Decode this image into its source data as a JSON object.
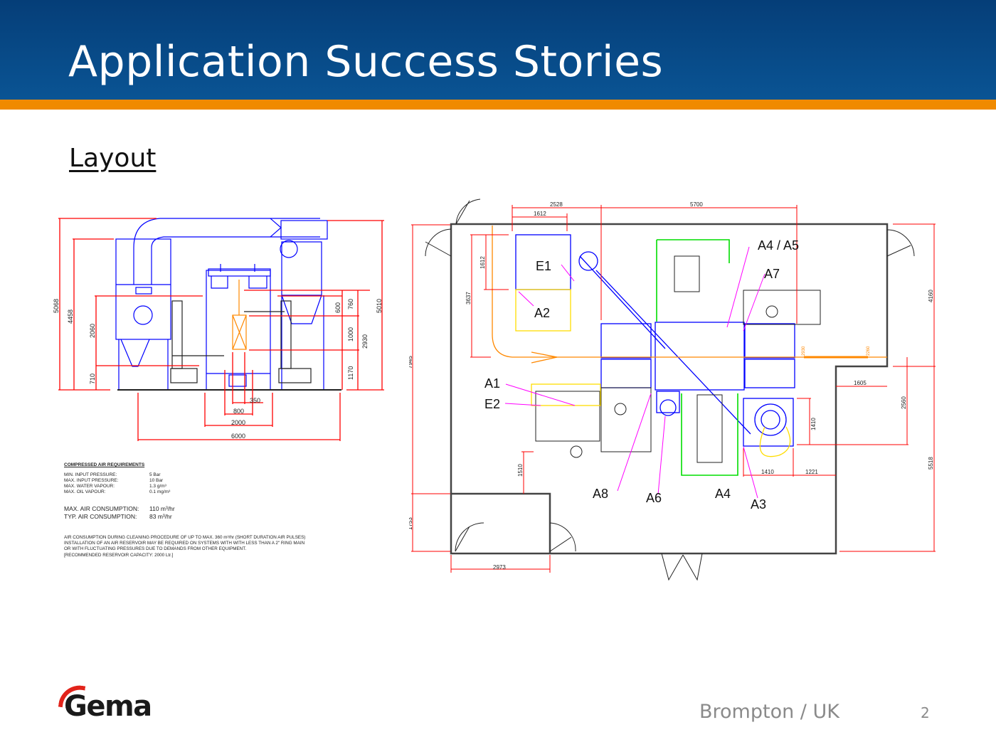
{
  "slide": {
    "title": "Application Success Stories",
    "subtitle": "Layout",
    "footer_location": "Brompton / UK",
    "page_number": "2",
    "logo_text": "Gema"
  },
  "colors": {
    "header_blue": "#0a4a8a",
    "accent_orange": "#f08a00",
    "logo_red": "#e2231a",
    "dimension_red": "#ff0000",
    "equipment_blue": "#0000ff",
    "conveyor_green": "#00dd00",
    "label_magenta": "#ff00ff"
  },
  "elevation_drawing": {
    "vertical_dimensions": [
      "5068",
      "4458",
      "2060",
      "710",
      "600",
      "760",
      "1000",
      "2930",
      "1170",
      "5010"
    ],
    "horizontal_dimensions": [
      "350",
      "800",
      "2000",
      "6000"
    ]
  },
  "air_requirements": {
    "heading": "COMPRESSED AIR REQUIREMENTS",
    "rows": [
      {
        "label": "MIN. INPUT PRESSURE:",
        "value": "5  Bar"
      },
      {
        "label": "MAX. INPUT PRESSURE:",
        "value": "10 Bar"
      },
      {
        "label": "MAX. WATER VAPOUR:",
        "value": "1.3 g/m³"
      },
      {
        "label": "MAX. OIL VAPOUR:",
        "value": "0.1 mg/m³"
      }
    ],
    "consumption": [
      {
        "label": "MAX. AIR CONSUMPTION:",
        "value": "110 m³/hr"
      },
      {
        "label": "TYP. AIR CONSUMPTION:",
        "value": "83 m³/hr"
      }
    ],
    "notes": [
      "AIR CONSUMPTION DURING CLEANING PROCEDURE OF UP TO MAX. 360 m³/hr (SHORT DURATION AIR PULSES)",
      "INSTALLATION OF AN AIR RESERVOIR MAY BE REQUIRED ON SYSTEMS WITH WITH LESS THAN A 2\" RING MAIN",
      "OR WITH FLUCTUATING PRESSURES DUE TO DEMANDS FROM OTHER EQUIPMENT.",
      "[RECOMMENDED RESERVOIR CAPACITY: 2000 Ltr.]"
    ]
  },
  "plan_drawing": {
    "dimensions": {
      "d2528": "2528",
      "d5700": "5700",
      "d1612_top": "1612",
      "d1612_side": "1612",
      "d3637": "3637",
      "d7945": "7945",
      "d4160": "4160",
      "d1605": "1605",
      "d2560": "2560",
      "d5518": "5518",
      "d1410_v": "1410",
      "d1410_h": "1410",
      "d1221": "1221",
      "d1510": "1510",
      "d1753": "1753",
      "d2973": "2973",
      "d2930": "2930",
      "d2260": "2260"
    },
    "labels": {
      "E1": "E1",
      "A2": "A2",
      "A1": "A1",
      "E2": "E2",
      "A4A5": "A4 / A5",
      "A7": "A7",
      "A8": "A8",
      "A6": "A6",
      "A4": "A4",
      "A3": "A3"
    }
  }
}
